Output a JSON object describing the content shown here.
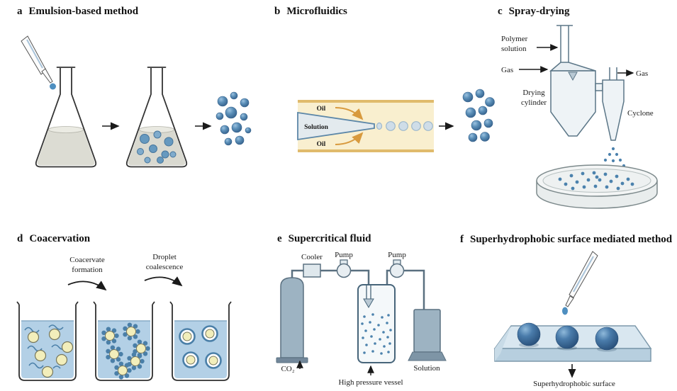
{
  "panels": {
    "a": {
      "letter": "a",
      "title": "Emulsion-based method"
    },
    "b": {
      "letter": "b",
      "title": "Microfluidics",
      "labels": {
        "oil_top": "Oil",
        "solution": "Solution",
        "oil_bottom": "Oil"
      }
    },
    "c": {
      "letter": "c",
      "title": "Spray-drying",
      "labels": {
        "polymer_line1": "Polymer",
        "polymer_line2": "solution",
        "gas_in": "Gas",
        "drying_line1": "Drying",
        "drying_line2": "cylinder",
        "gas_out": "Gas",
        "cyclone": "Cyclone"
      }
    },
    "d": {
      "letter": "d",
      "title": "Coacervation",
      "labels": {
        "step1_line1": "Coacervate",
        "step1_line2": "formation",
        "step2_line1": "Droplet",
        "step2_line2": "coalescence"
      }
    },
    "e": {
      "letter": "e",
      "title": "Supercritical fluid",
      "labels": {
        "cooler": "Cooler",
        "pump_left": "Pump",
        "pump_right": "Pump",
        "co2": "CO₂",
        "vessel": "High pressure vessel",
        "solution": "Solution"
      }
    },
    "f": {
      "letter": "f",
      "title": "Superhydrophobic surface mediated method",
      "labels": {
        "surface": "Superhydrophobic surface"
      }
    }
  },
  "colors": {
    "particle_blue": "#4c82ad",
    "droplet_pale": "#cfdde8",
    "channel_cream": "#f9efcf",
    "channel_wall_tan": "#e0bb6c",
    "oil_arrow_orange": "#d89a3e",
    "beaker_liquid_blue": "#b3d0e6",
    "coacervate_yellow": "#f2eebb",
    "equipment_steel": "#9db3c2",
    "surface_slab_blue": "#d9e7f0"
  }
}
